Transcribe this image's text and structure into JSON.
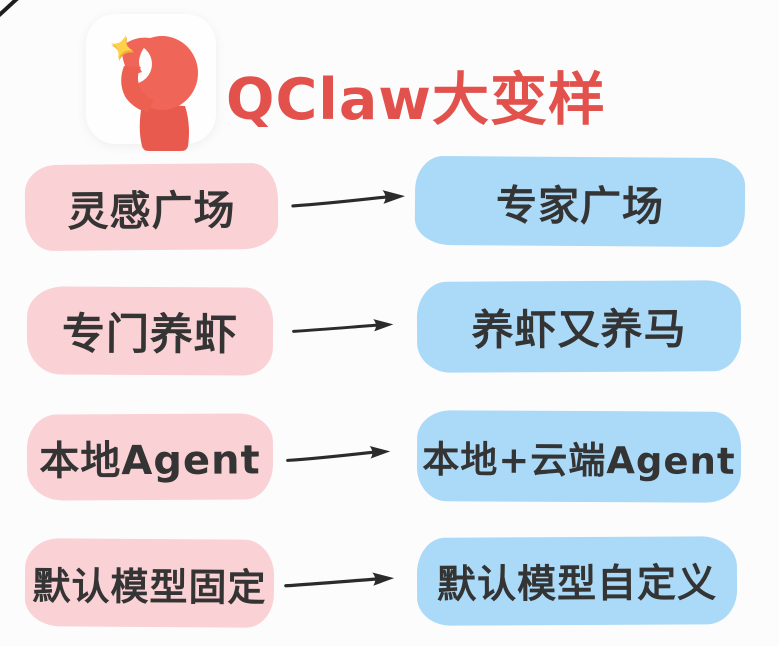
{
  "title": {
    "text": "QClaw大变样"
  },
  "icon": {
    "name": "claw-sparkle",
    "description": "red claw holding yellow sparkle on white tile"
  },
  "colors": {
    "background": "#FCFCFC",
    "before_box_pink": "#FAD1D5",
    "after_box_blue": "#ABDAF8",
    "box_text": "#343434",
    "title_red": "#E2514C",
    "arrow_black": "#2B2B2B",
    "claw_red": "#EE6355",
    "sparkle_yellow": "#FFD04A"
  },
  "rows": [
    {
      "before": "灵感广场",
      "after": "专家广场"
    },
    {
      "before": "专门养虾",
      "after": "养虾又养马"
    },
    {
      "before": "本地Agent",
      "after": "本地+云端Agent"
    },
    {
      "before": "默认模型固定",
      "after": "默认模型自定义"
    }
  ]
}
